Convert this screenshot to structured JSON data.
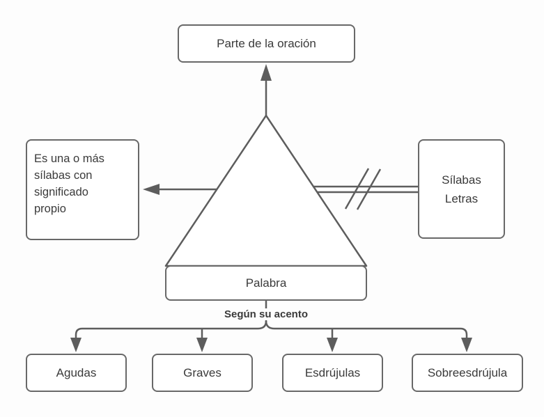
{
  "diagram": {
    "top_box": "Parte de la oración",
    "left_box": "Es una o más\nsílabas con\nsignificado\npropio",
    "right_box": "Sílabas\nLetras",
    "center_box": "Palabra",
    "branch_label": "Según su acento",
    "leaf_boxes": [
      "Agudas",
      "Graves",
      "Esdrújulas",
      "Sobreesdrújula"
    ],
    "colors": {
      "line": "#5d5d5d",
      "box_border": "#686868",
      "box_fill": "#ffffff",
      "text": "#3a3a3a",
      "background": "#fdfdfd"
    }
  }
}
